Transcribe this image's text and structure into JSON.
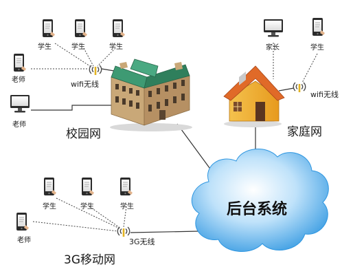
{
  "campus": {
    "section_label": "校园网",
    "wifi_label": "wifi无线",
    "students": [
      "学生",
      "学生",
      "学生"
    ],
    "teacher_tablet": "老师",
    "teacher_pc": "老师"
  },
  "home": {
    "section_label": "家庭网",
    "wifi_label": "wifi无线",
    "parent": "家长",
    "student": "学生"
  },
  "mobile": {
    "section_label": "3G移动网",
    "signal_label": "3G无线",
    "students": [
      "学生",
      "学生",
      "学生"
    ],
    "teacher": "老师"
  },
  "backend": {
    "label": "后台系统"
  },
  "colors": {
    "cloud": "#2c95e0",
    "building_roof": "#3e9a73",
    "building_wall": "#c9a878",
    "house_roof": "#e06a28",
    "house_wall": "#f2b233",
    "signal": "#e2b322"
  }
}
